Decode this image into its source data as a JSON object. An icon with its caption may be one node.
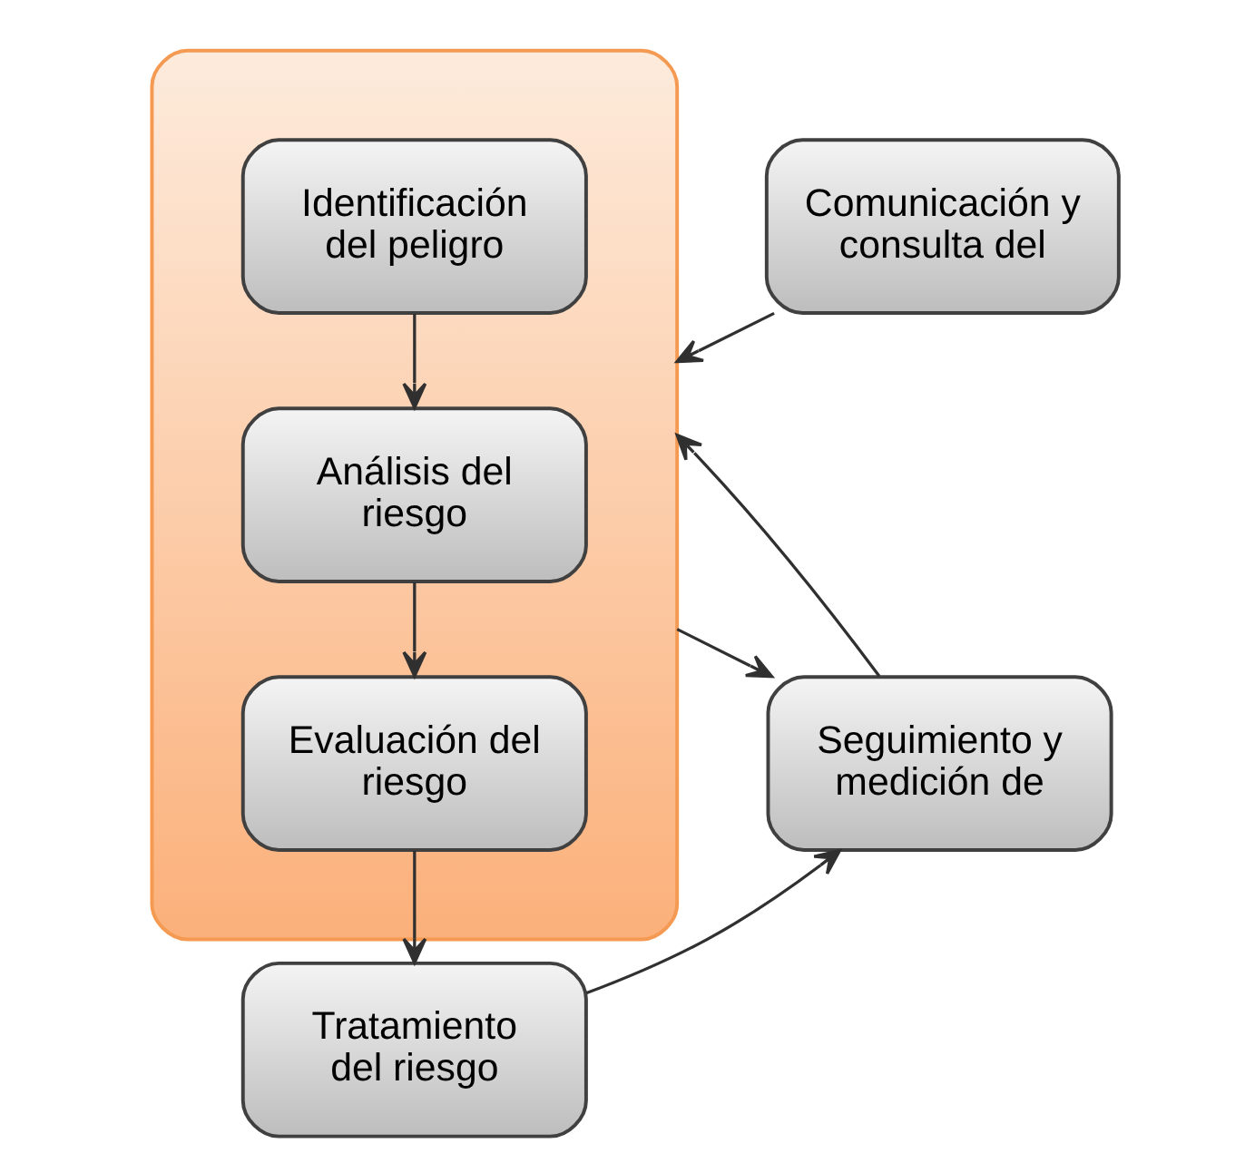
{
  "diagram": {
    "nodes": [
      {
        "text": [],
        "shape": "box"
      },
      {
        "text": [
          "Identificación del peligro"
        ],
        "in": 0
      },
      {
        "text": [
          "Análisis del riesgo"
        ],
        "in": 0
      },
      {
        "text": [
          "Evaluación del riesgo"
        ],
        "in": 0
      },
      {
        "text": [
          "Comunicación y consulta del"
        ]
      },
      {
        "text": [
          "Seguimiento y medición de"
        ]
      },
      {
        "text": [
          "Tratamiento del riesgo"
        ]
      }
    ],
    "edges": [
      {
        "from": 1,
        "to": 2,
        "arrow": "to"
      },
      {
        "from": 2,
        "to": 3,
        "arrow": "to"
      },
      {
        "from": 4,
        "to": 0,
        "arrow": "to"
      },
      {
        "from": 0,
        "to": 5,
        "arrow": "to"
      },
      {
        "from": 5,
        "to": 0,
        "arrow": "to"
      },
      {
        "from": 3,
        "to": 6,
        "arrow": "to"
      },
      {
        "from": 6,
        "to": 5,
        "arrow": "to"
      }
    ]
  }
}
